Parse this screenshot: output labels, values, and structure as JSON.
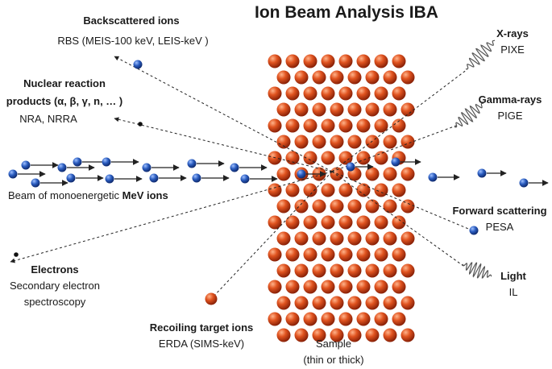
{
  "title": "Ion Beam Analysis IBA",
  "labels": {
    "backscattered_title": "Backscattered ions",
    "backscattered_sub": "RBS (MEIS-100 keV, LEIS-keV )",
    "nuclear_title_1": "Nuclear reaction",
    "nuclear_title_2": "products (α, β, γ, n, … )",
    "nuclear_sub": "NRA, NRRA",
    "beam_prefix": "Beam of monoenergetic ",
    "beam_bold": "MeV ions",
    "electrons_title": "Electrons",
    "electrons_sub_1": "Secondary electron",
    "electrons_sub_2": "spectroscopy",
    "recoil_title": "Recoiling target ions",
    "recoil_sub": "ERDA (SIMS-keV)",
    "sample_1": "Sample",
    "sample_2": "(thin or thick)",
    "xrays_title": "X-rays",
    "xrays_sub": "PIXE",
    "gamma_title": "Gamma-rays",
    "gamma_sub": "PIGE",
    "forward_title": "Forward scattering",
    "forward_sub": "PESA",
    "light_title": "Light",
    "light_sub": "IL"
  },
  "colors": {
    "ion": "#2a5cbf",
    "ion_dark": "#0f2a6e",
    "atom": "#d9481f",
    "atom_dark": "#8a2208",
    "wave": "#555555",
    "line": "#222222"
  }
}
